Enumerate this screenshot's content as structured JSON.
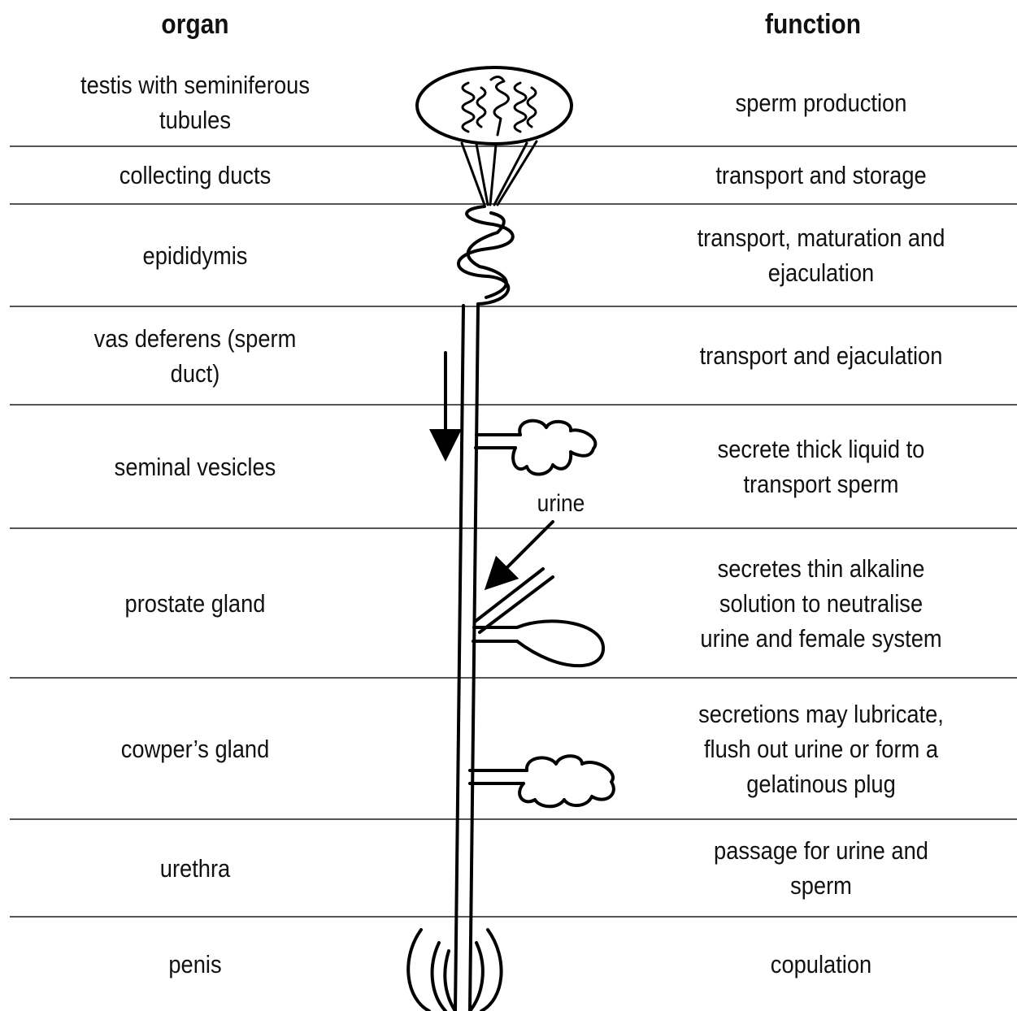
{
  "headers": {
    "organ": "organ",
    "function": "function"
  },
  "rows": [
    {
      "organ": "testis with seminiferous tubules",
      "function": "sperm production"
    },
    {
      "organ": "collecting ducts",
      "function": "transport and storage"
    },
    {
      "organ": "epididymis",
      "function": "transport, maturation and ejaculation"
    },
    {
      "organ": "vas deferens (sperm duct)",
      "function": "transport and ejaculation"
    },
    {
      "organ": "seminal vesicles",
      "function": "secrete  thick liquid to transport sperm"
    },
    {
      "organ": "prostate gland",
      "function": "secretes thin alkaline solution to neutralise urine and female system"
    },
    {
      "organ": "cowper’s gland",
      "function": "secretions may lubricate, flush out urine or form a gelatinous plug"
    },
    {
      "organ": "urethra",
      "function": "passage for urine and sperm"
    },
    {
      "organ": "penis",
      "function": "copulation"
    }
  ],
  "diagram": {
    "urine_label": "urine"
  }
}
